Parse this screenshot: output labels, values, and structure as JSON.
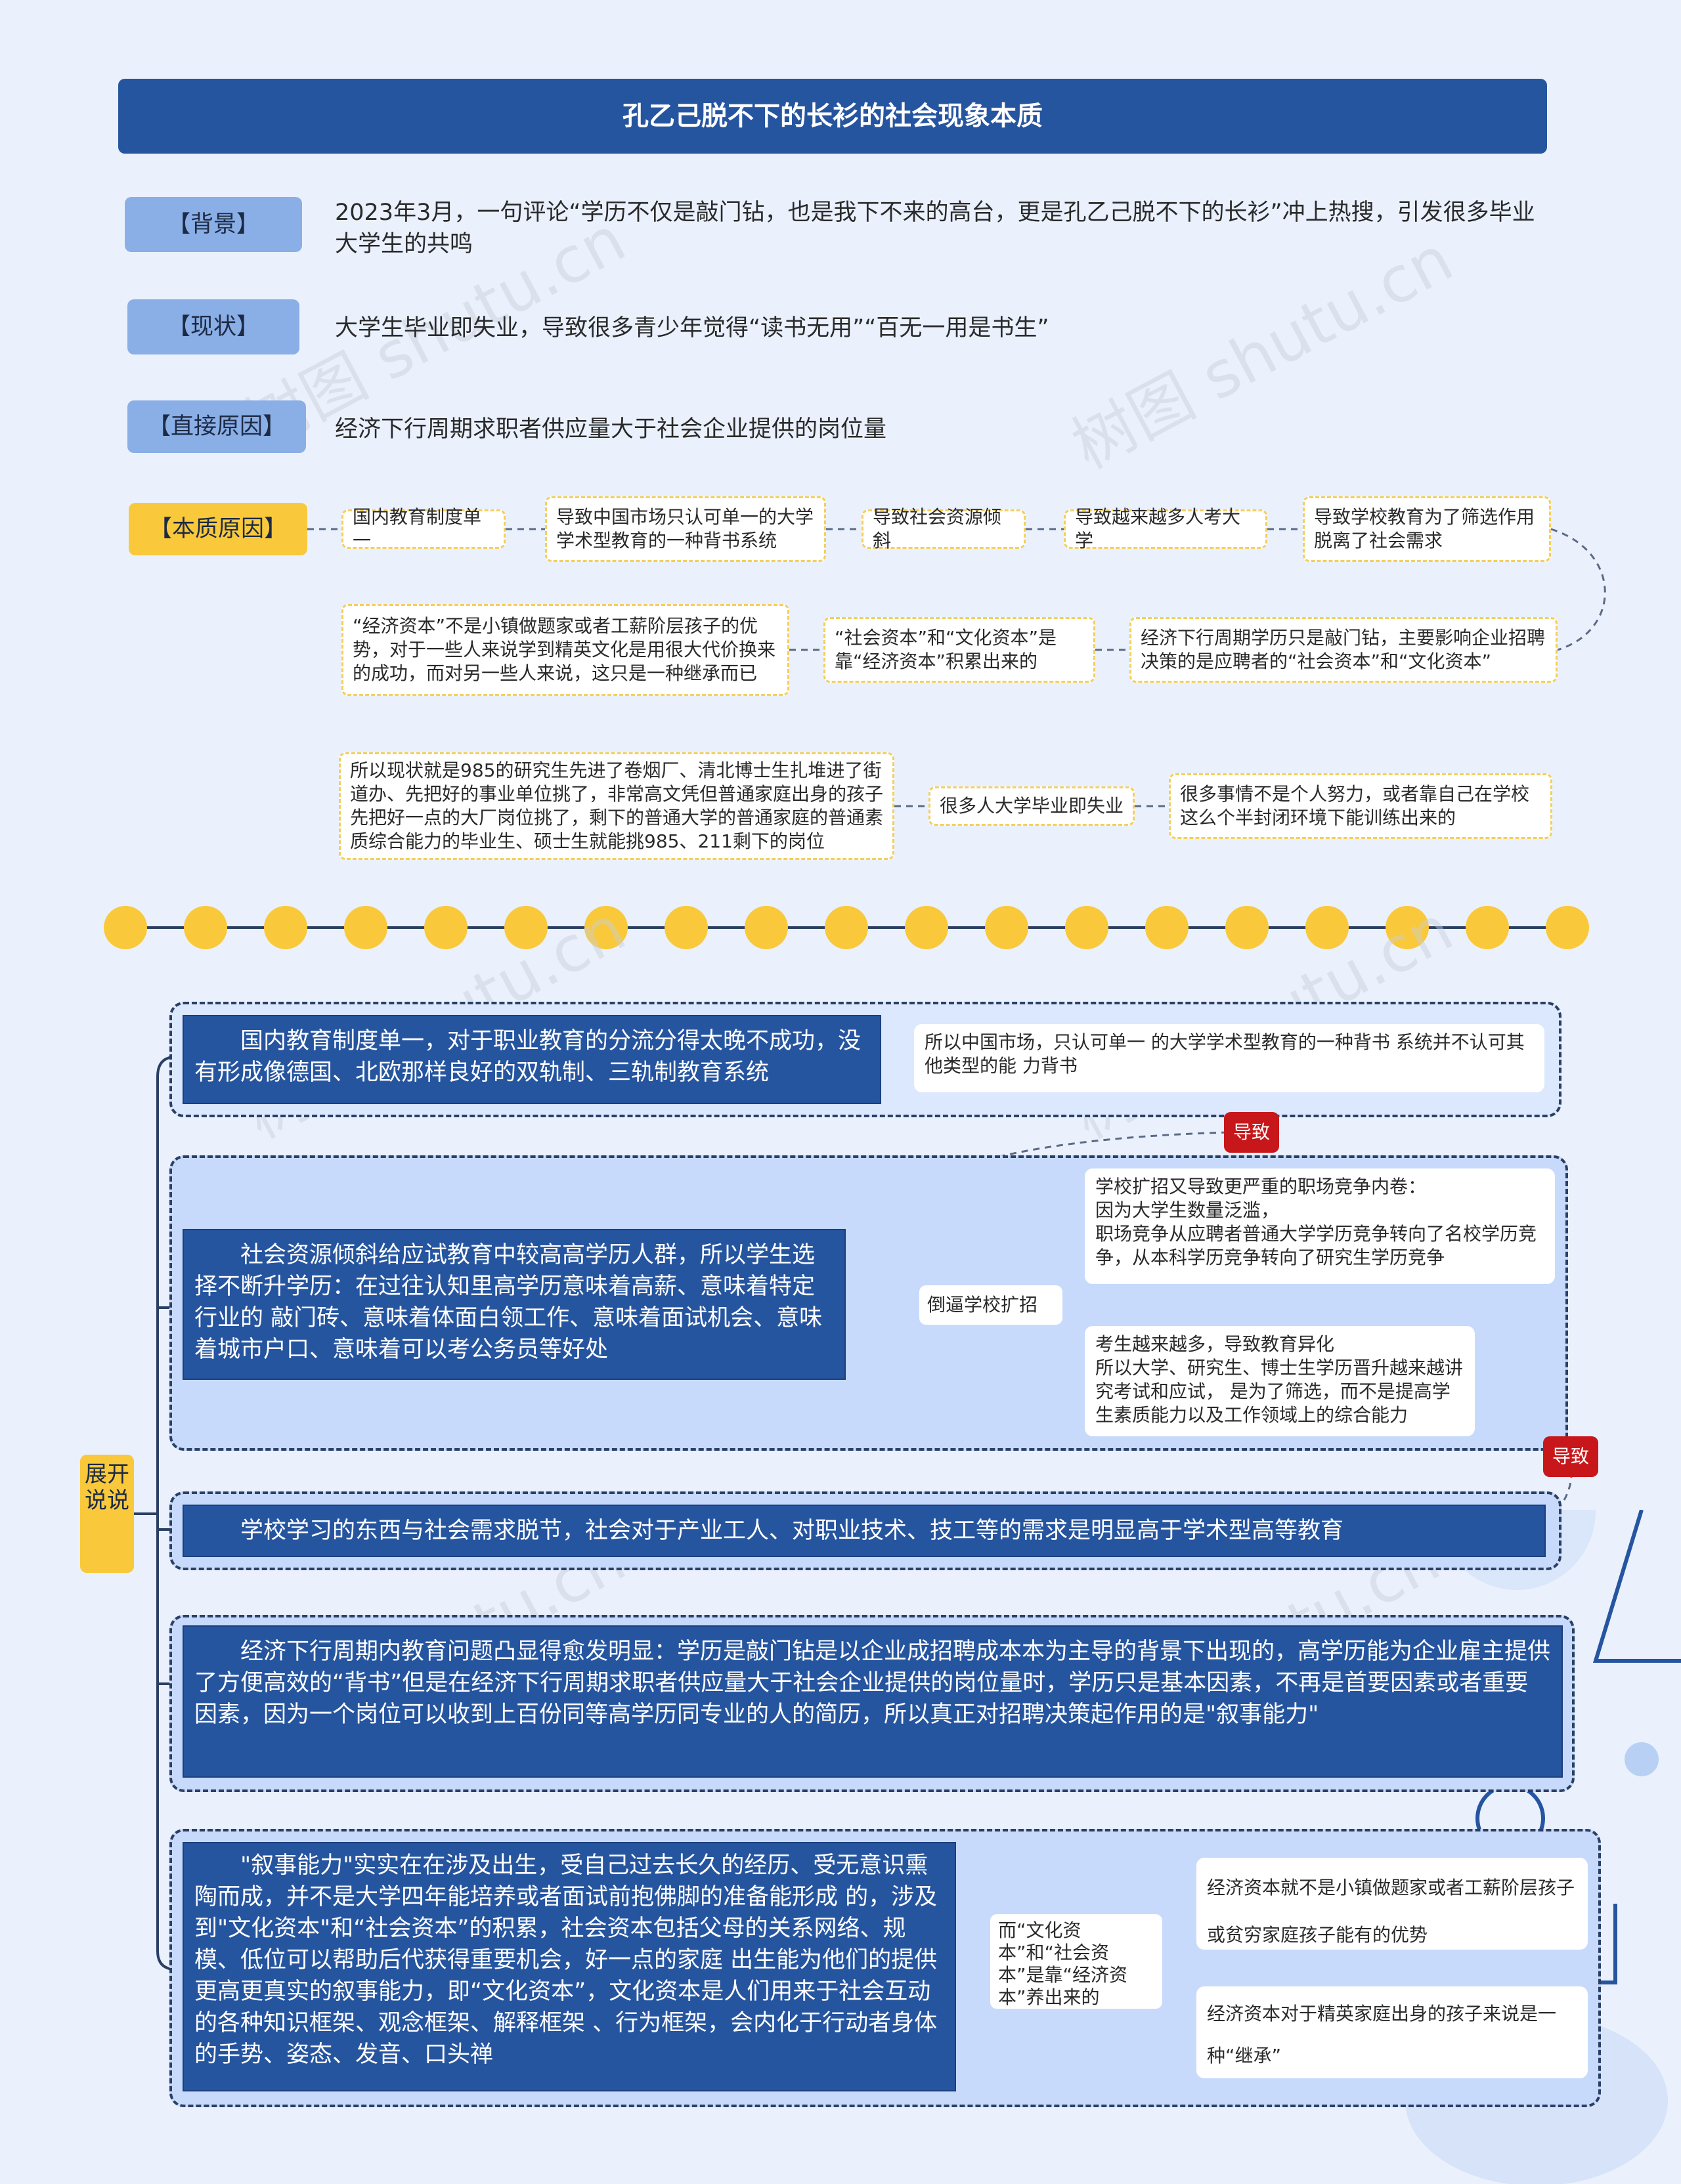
{
  "title": "孔乙己脱不下的长衫的社会现象本质",
  "sections": {
    "bg_tag": "【背景】",
    "bg_text": "2023年3月，一句评论“学历不仅是敲门钻，也是我下不来的高台，更是孔乙己脱不下的长衫”冲上热搜，引发很多毕业大学生的共鸣",
    "status_tag": "【现状】",
    "status_text": "大学生毕业即失业，导致很多青少年觉得“读书无用”“百无一用是书生”",
    "direct_tag": "【直接原因】",
    "direct_text": "经济下行周期求职者供应量大于社会企业提供的岗位量",
    "essence_tag": "【本质原因】"
  },
  "chain": {
    "n1": "国内教育制度单一",
    "n2": "导致中国市场只认可单一的大学学术型教育的一种背书系统",
    "n3": "导致社会资源倾斜",
    "n4": "导致越来越多人考大学",
    "n5": "导致学校教育为了筛选作用脱离了社会需求",
    "n6": "经济下行周期学历只是敲门钻，主要影响企业招聘决策的是应聘者的“社会资本”和“文化资本”",
    "n7": "“社会资本”和“文化资本”是靠“经济资本”积累出来的",
    "n8": "“经济资本”不是小镇做题家或者工薪阶层孩子的优势，对于一些人来说学到精英文化是用很大代价换来的成功，而对另一些人来说，这只是一种继承而已",
    "n9": "很多事情不是个人努力，或者靠自己在学校这么个半封闭环境下能训练出来的",
    "n10": "很多人大学毕业即失业",
    "n11": "所以现状就是985的研究生先进了卷烟厂、清北博士生扎堆进了街道办、先把好的事业单位挑了，非常高文凭但普通家庭出身的孩子先把好一点的大厂岗位挑了，剩下的普通大学的普通家庭的普通素质综合能力的毕业生、硕士生就能挑985、211剩下的岗位"
  },
  "expand": {
    "side_label": "展开说说",
    "p1_main": "国内教育制度单一，对于职业教育的分流分得太晚不成功，没有形成像德国、北欧那样良好的双轨制、三轨制教育系统",
    "p1_note": "所以中国市场，只认可单一 的大学学术型教育的一种背书 系统并不认可其他类型的能 力背书",
    "lead1": "导致",
    "p2_main": "社会资源倾斜给应试教育中较高高学历人群，所以学生选择不断升学历：在过往认知里高学历意味着高薪、意味着特定行业的 敲门砖、意味着体面白领工作、意味着面试机会、意味着城市户口、意味着可以考公务员等好处",
    "p2_mid": "倒逼学校扩招",
    "p2_r1": "学校扩招又导致更严重的职场竞争内卷：\n因为大学生数量泛滥，\n职场竞争从应聘者普通大学学历竞争转向了名校学历竞争，从本科学历竞争转向了研究生学历竞争",
    "p2_r2": "考生越来越多，导致教育异化\n所以大学、研究生、博士生学历晋升越来越讲究考试和应试， 是为了筛选，而不是提高学生素质能力以及工作领域上的综合能力",
    "lead2": "导致",
    "p3_main": "学校学习的东西与社会需求脱节，社会对于产业工人、对职业技术、技工等的需求是明显高于学术型高等教育",
    "p4_main": "经济下行周期内教育问题凸显得愈发明显：学历是敲门钻是以企业成招聘成本本为主导的背景下出现的，高学历能为企业雇主提供了方便高效的“背书”但是在经济下行周期求职者供应量大于社会企业提供的岗位量时，学历只是基本因素，不再是首要因素或者重要因素，因为一个岗位可以收到上百份同等高学历同专业的人的简历，所以真正对招聘决策起作用的是\"叙事能力\"",
    "p5_main": "\"叙事能力\"实实在在涉及出生，受自己过去长久的经历、受无意识熏陶而成，并不是大学四年能培养或者面试前抱佛脚的准备能形成 的，涉及到\"文化资本\"和“社会资本”的积累，社会资本包括父母的关系网络、规模、低位可以帮助后代获得重要机会，好一点的家庭 出生能为他们的提供更高更真实的叙事能力，即“文化资本”，文化资本是人们用来于社会互动的各种知识框架、观念框架、解释框架 、行为框架，会内化于行动者身体的手势、姿态、发音、口头禅",
    "p5_mid": "而“文化资本”和“社会资本”是靠“经济资本”养出来的",
    "p5_r1": "经济资本就不是小镇做题家或者工薪阶层孩子或贫穷家庭孩子能有的优势",
    "p5_r2": "经济资本对于精英家庭出身的孩子来说是一种“继承”"
  },
  "watermark": "树图 shutu.cn",
  "colors": {
    "navy": "#2655a0",
    "yellow": "#f9c93b",
    "tag_blue": "#8aaee6",
    "red": "#c8171a",
    "bg": "#eaf1fd"
  }
}
